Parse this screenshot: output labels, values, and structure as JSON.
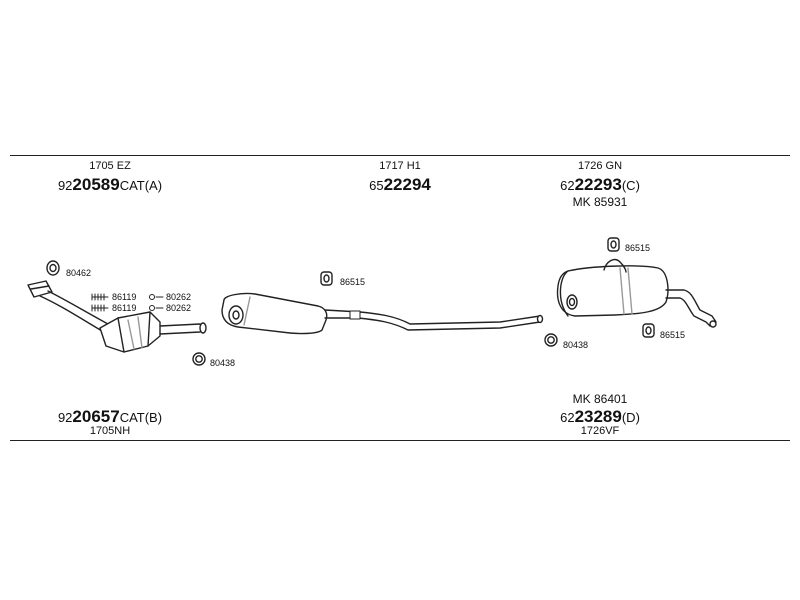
{
  "sections": [
    {
      "id": "left",
      "top_code": "1705 EZ",
      "top_part": {
        "prefix": "92",
        "bold": "20589",
        "suffix": "CAT(A)"
      },
      "bottom_part": {
        "prefix": "92",
        "bold": "20657",
        "suffix": "CAT(B)"
      },
      "bottom_code": "1705NH"
    },
    {
      "id": "middle",
      "top_code": "1717 H1",
      "top_part": {
        "prefix": "65",
        "bold": "22294",
        "suffix": ""
      }
    },
    {
      "id": "right",
      "top_code": "1726 GN",
      "top_part": {
        "prefix": "62",
        "bold": "22293",
        "suffix": "(C)"
      },
      "top_kit": "MK  85931",
      "bottom_kit": "MK  86401",
      "bottom_part": {
        "prefix": "62",
        "bold": "23289",
        "suffix": "(D)"
      },
      "bottom_code": "1726VF"
    }
  ],
  "callouts": {
    "gasket_top": "80462",
    "bolt_1": "86119",
    "bolt_2": "86119",
    "nut_1": "80262",
    "nut_2": "80262",
    "clamp_left": "80438",
    "hanger_middle": "86515",
    "hanger_right_top": "86515",
    "clamp_right": "80438",
    "hanger_right_bottom": "86515"
  },
  "colors": {
    "line": "#222222",
    "fill": "#ffffff",
    "shade": "#9a9a9a"
  }
}
